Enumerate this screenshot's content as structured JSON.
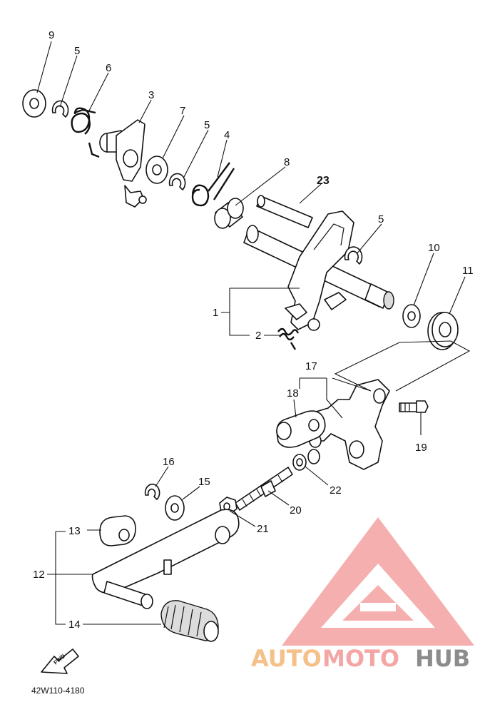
{
  "diagram": {
    "callouts": [
      "9",
      "5",
      "6",
      "3",
      "7",
      "5",
      "4",
      "8",
      "23",
      "5",
      "10",
      "11",
      "1",
      "2",
      "17",
      "18",
      "19",
      "16",
      "15",
      "22",
      "20",
      "21",
      "13",
      "12",
      "14"
    ],
    "fwd_label": "FWD",
    "drawing_code": "42W110-4180"
  },
  "watermark": {
    "part1": "AUTO",
    "part2": "MOTO",
    "part3": "HUB",
    "colors": {
      "logo": "#f4a6a6",
      "auto": "#f5c08a",
      "moto": "#f4a6a6",
      "hub": "#8c8c8c"
    }
  }
}
